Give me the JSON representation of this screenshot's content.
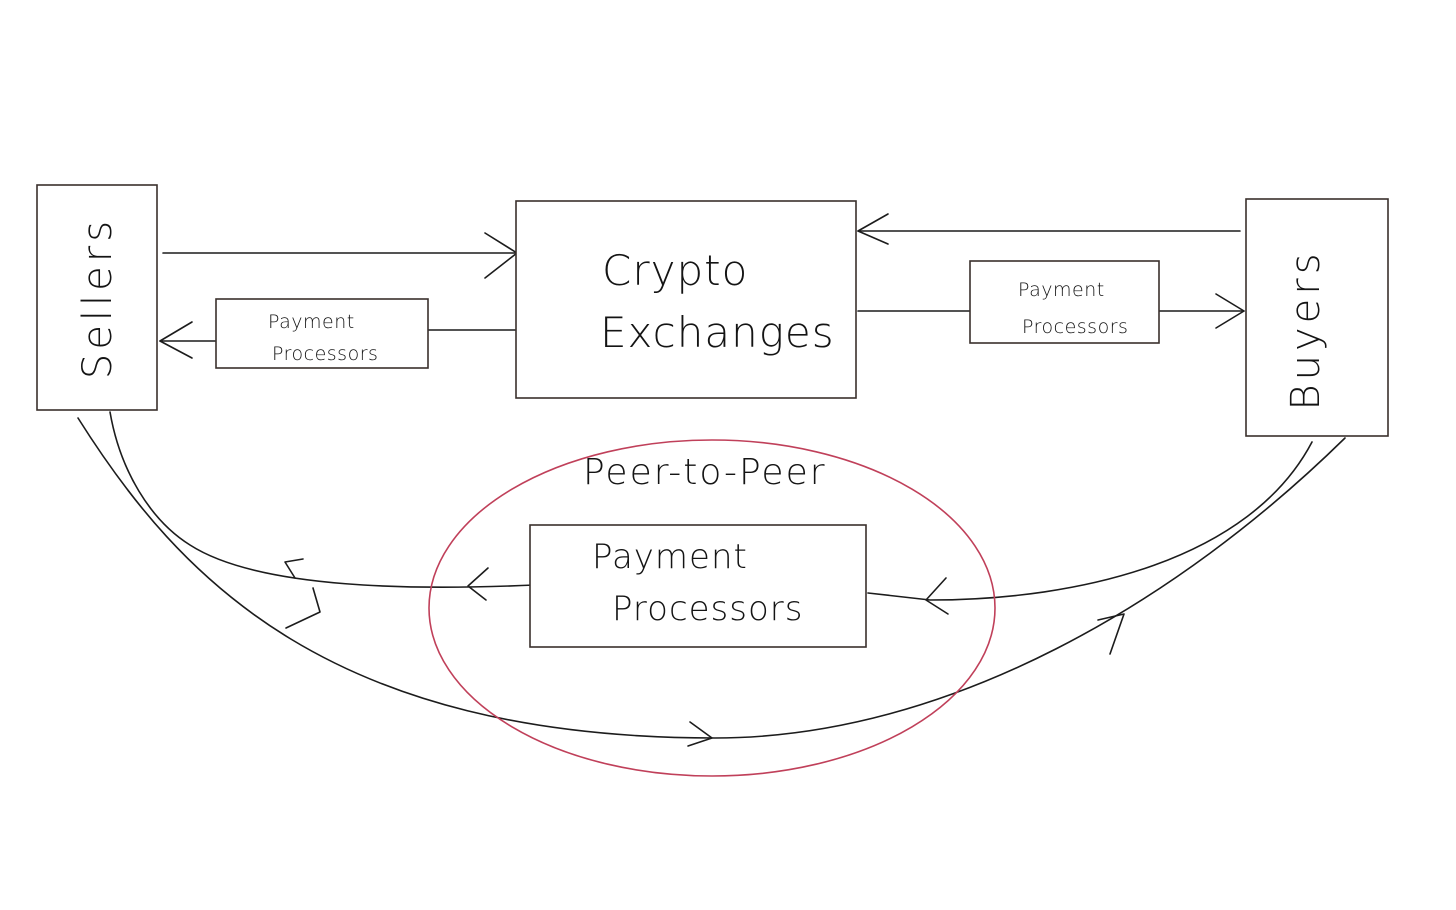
{
  "sellers": {
    "label": "Sellers"
  },
  "buyers": {
    "label": "Buyers"
  },
  "exchange": {
    "line1": "Crypto",
    "line2": "Exchanges"
  },
  "left_processor": {
    "line1": "Payment",
    "line2": "Processors"
  },
  "right_processor": {
    "line1": "Payment",
    "line2": "Processors"
  },
  "p2p": {
    "title": "Peer-to-Peer",
    "processor_line1": "Payment",
    "processor_line2": "Processors",
    "ellipse_color": "#c0405a"
  },
  "colors": {
    "ink": "#1c1c1c",
    "box_border": "#3a302c",
    "background": "#ffffff"
  }
}
